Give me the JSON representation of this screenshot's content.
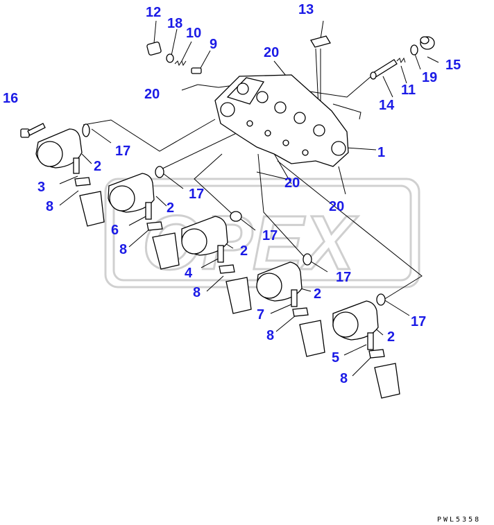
{
  "diagram": {
    "drawing_code": "PWL5358",
    "watermark": "OPEX",
    "callouts": [
      {
        "id": "c12",
        "text": "12"
      },
      {
        "id": "c18",
        "text": "18"
      },
      {
        "id": "c10",
        "text": "10"
      },
      {
        "id": "c9",
        "text": "9"
      },
      {
        "id": "c13",
        "text": "13"
      },
      {
        "id": "c15",
        "text": "15"
      },
      {
        "id": "c19",
        "text": "19"
      },
      {
        "id": "c11",
        "text": "11"
      },
      {
        "id": "c14",
        "text": "14"
      },
      {
        "id": "c20a",
        "text": "20"
      },
      {
        "id": "c20b",
        "text": "20"
      },
      {
        "id": "c20c",
        "text": "20"
      },
      {
        "id": "c20d",
        "text": "20"
      },
      {
        "id": "c16",
        "text": "16"
      },
      {
        "id": "c17a",
        "text": "17"
      },
      {
        "id": "c17b",
        "text": "17"
      },
      {
        "id": "c17c",
        "text": "17"
      },
      {
        "id": "c17d",
        "text": "17"
      },
      {
        "id": "c17e",
        "text": "17"
      },
      {
        "id": "c1",
        "text": "1"
      },
      {
        "id": "c2a",
        "text": "2"
      },
      {
        "id": "c2b",
        "text": "2"
      },
      {
        "id": "c2c",
        "text": "2"
      },
      {
        "id": "c2d",
        "text": "2"
      },
      {
        "id": "c2e",
        "text": "2"
      },
      {
        "id": "c3",
        "text": "3"
      },
      {
        "id": "c4",
        "text": "4"
      },
      {
        "id": "c5",
        "text": "5"
      },
      {
        "id": "c6",
        "text": "6"
      },
      {
        "id": "c7",
        "text": "7"
      },
      {
        "id": "c8a",
        "text": "8"
      },
      {
        "id": "c8b",
        "text": "8"
      },
      {
        "id": "c8c",
        "text": "8"
      },
      {
        "id": "c8d",
        "text": "8"
      },
      {
        "id": "c8e",
        "text": "8"
      }
    ]
  }
}
